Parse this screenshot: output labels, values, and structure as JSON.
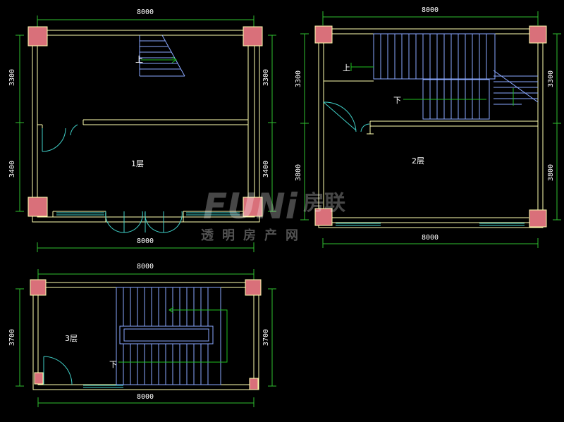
{
  "plan1": {
    "dim_top": "8000",
    "dim_bottom": "8000",
    "dim_left_upper": "3300",
    "dim_left_lower": "3400",
    "dim_right_upper": "3300",
    "dim_right_lower": "3400",
    "floor_label": "1层",
    "stair_mark": "上"
  },
  "plan2": {
    "dim_top": "8000",
    "dim_bottom": "8000",
    "dim_left_upper": "3300",
    "dim_left_lower": "3800",
    "dim_right_upper": "3300",
    "dim_right_lower": "3800",
    "floor_label": "2层",
    "stair_up": "上",
    "stair_down": "下"
  },
  "plan3": {
    "dim_top": "8000",
    "dim_bottom": "8000",
    "dim_left": "3700",
    "dim_right": "3700",
    "floor_label": "3层",
    "stair_down": "下"
  },
  "watermark": {
    "brand": "FUNi",
    "brand_cn": "房联",
    "sub": "透明房产网"
  },
  "colors": {
    "background": "#000000",
    "wall": "#ffffb0",
    "column": "#d9707a",
    "dimension": "#2fbf2f",
    "stair": "#8aa8ff",
    "door": "#40d0c8",
    "arrow": "#20c020"
  }
}
